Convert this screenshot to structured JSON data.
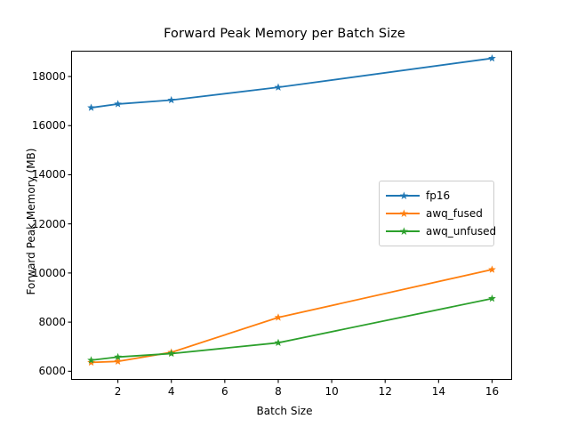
{
  "chart_data": {
    "type": "line",
    "title": "Forward Peak Memory per Batch Size",
    "xlabel": "Batch Size",
    "ylabel": "Forward Peak Memory (MB)",
    "x": [
      1,
      2,
      4,
      8,
      16
    ],
    "xlim": [
      0.25,
      16.75
    ],
    "ylim": [
      5650,
      19050
    ],
    "xticks": [
      2,
      4,
      6,
      8,
      10,
      12,
      14,
      16
    ],
    "yticks": [
      6000,
      8000,
      10000,
      12000,
      14000,
      16000,
      18000
    ],
    "grid": false,
    "legend_position": "center-right",
    "marker": "star",
    "series": [
      {
        "name": "fp16",
        "color": "#1f77b4",
        "values": [
          16730,
          16880,
          17040,
          17560,
          18740
        ]
      },
      {
        "name": "awq_fused",
        "color": "#ff7f0e",
        "values": [
          6360,
          6400,
          6770,
          8190,
          10140
        ]
      },
      {
        "name": "awq_unfused",
        "color": "#2ca02c",
        "values": [
          6450,
          6580,
          6720,
          7160,
          8960
        ]
      }
    ]
  },
  "legend": {
    "entries": [
      {
        "label": "fp16"
      },
      {
        "label": "awq_fused"
      },
      {
        "label": "awq_unfused"
      }
    ]
  }
}
